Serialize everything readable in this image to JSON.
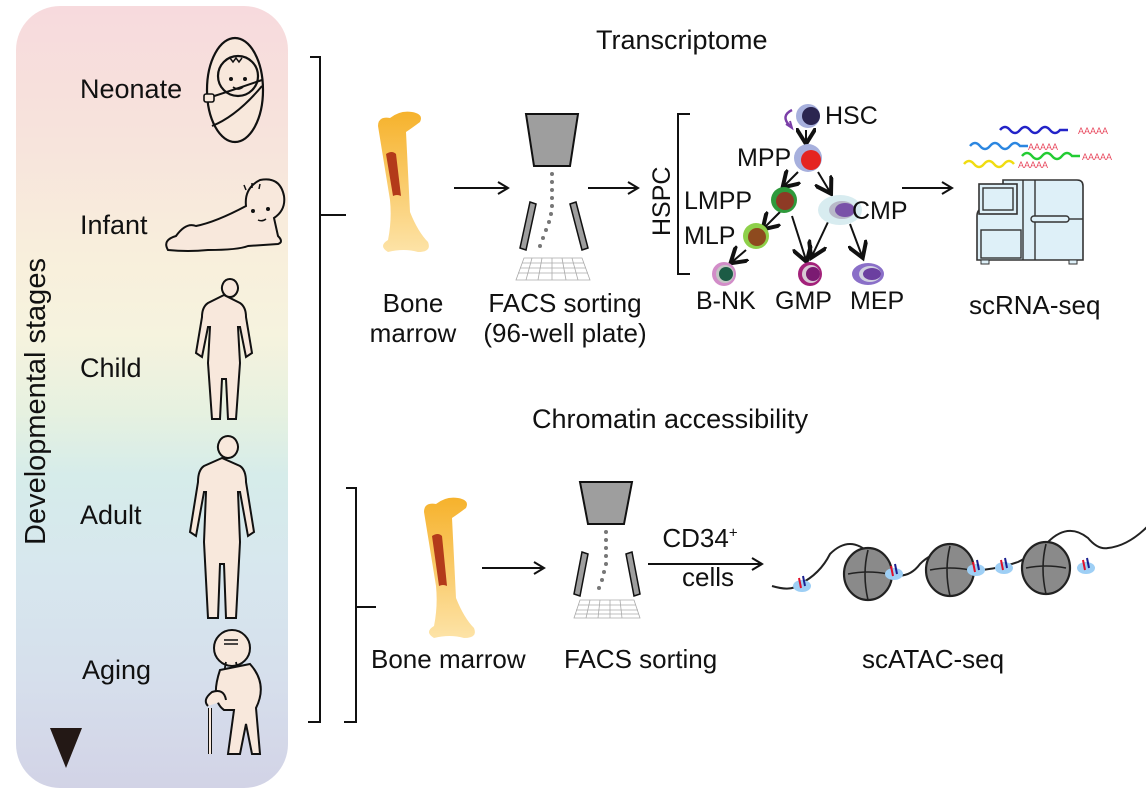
{
  "figure": {
    "axis_label": "Developmental stages",
    "stages": [
      {
        "label": "Neonate",
        "icon": "swaddled-baby"
      },
      {
        "label": "Infant",
        "icon": "crawling-baby"
      },
      {
        "label": "Child",
        "icon": "child-figure"
      },
      {
        "label": "Adult",
        "icon": "adult-figure"
      },
      {
        "label": "Aging",
        "icon": "elderly-man-with-cane"
      }
    ],
    "colors": {
      "bone": "#f6b22c",
      "marrow": "#b33a1a",
      "arrow": "#231815"
    }
  },
  "transcriptome": {
    "title": "Transcriptome",
    "steps": {
      "bone_label_line1": "Bone",
      "bone_label_line2": "marrow",
      "facs_label_line1": "FACS sorting",
      "facs_label_line2": "(96-well plate)",
      "seq_label": "scRNA-seq"
    },
    "hierarchy": {
      "group_label": "HSPC",
      "cells": [
        {
          "name": "HSC",
          "color": "#2b2550"
        },
        {
          "name": "MPP",
          "color": "#e52421"
        },
        {
          "name": "LMPP",
          "color": "#8e3a25"
        },
        {
          "name": "CMP",
          "color": "#7952a8"
        },
        {
          "name": "MLP",
          "color": "#8e4a1e"
        },
        {
          "name": "B-NK",
          "color": "#1c5b45"
        },
        {
          "name": "GMP",
          "color": "#7b1a72"
        },
        {
          "name": "MEP",
          "color": "#6b3fa0"
        }
      ]
    },
    "polyA": [
      "AAAAA",
      "AAAAA",
      "AAAAA",
      "AAAAA"
    ]
  },
  "chromatin": {
    "title": "Chromatin accessibility",
    "steps": {
      "bone_label": "Bone marrow",
      "facs_label": "FACS sorting",
      "arrow_label_top": "CD34",
      "arrow_label_sup": "+",
      "arrow_label_bottom": "cells",
      "seq_label": "scATAC-seq"
    }
  }
}
